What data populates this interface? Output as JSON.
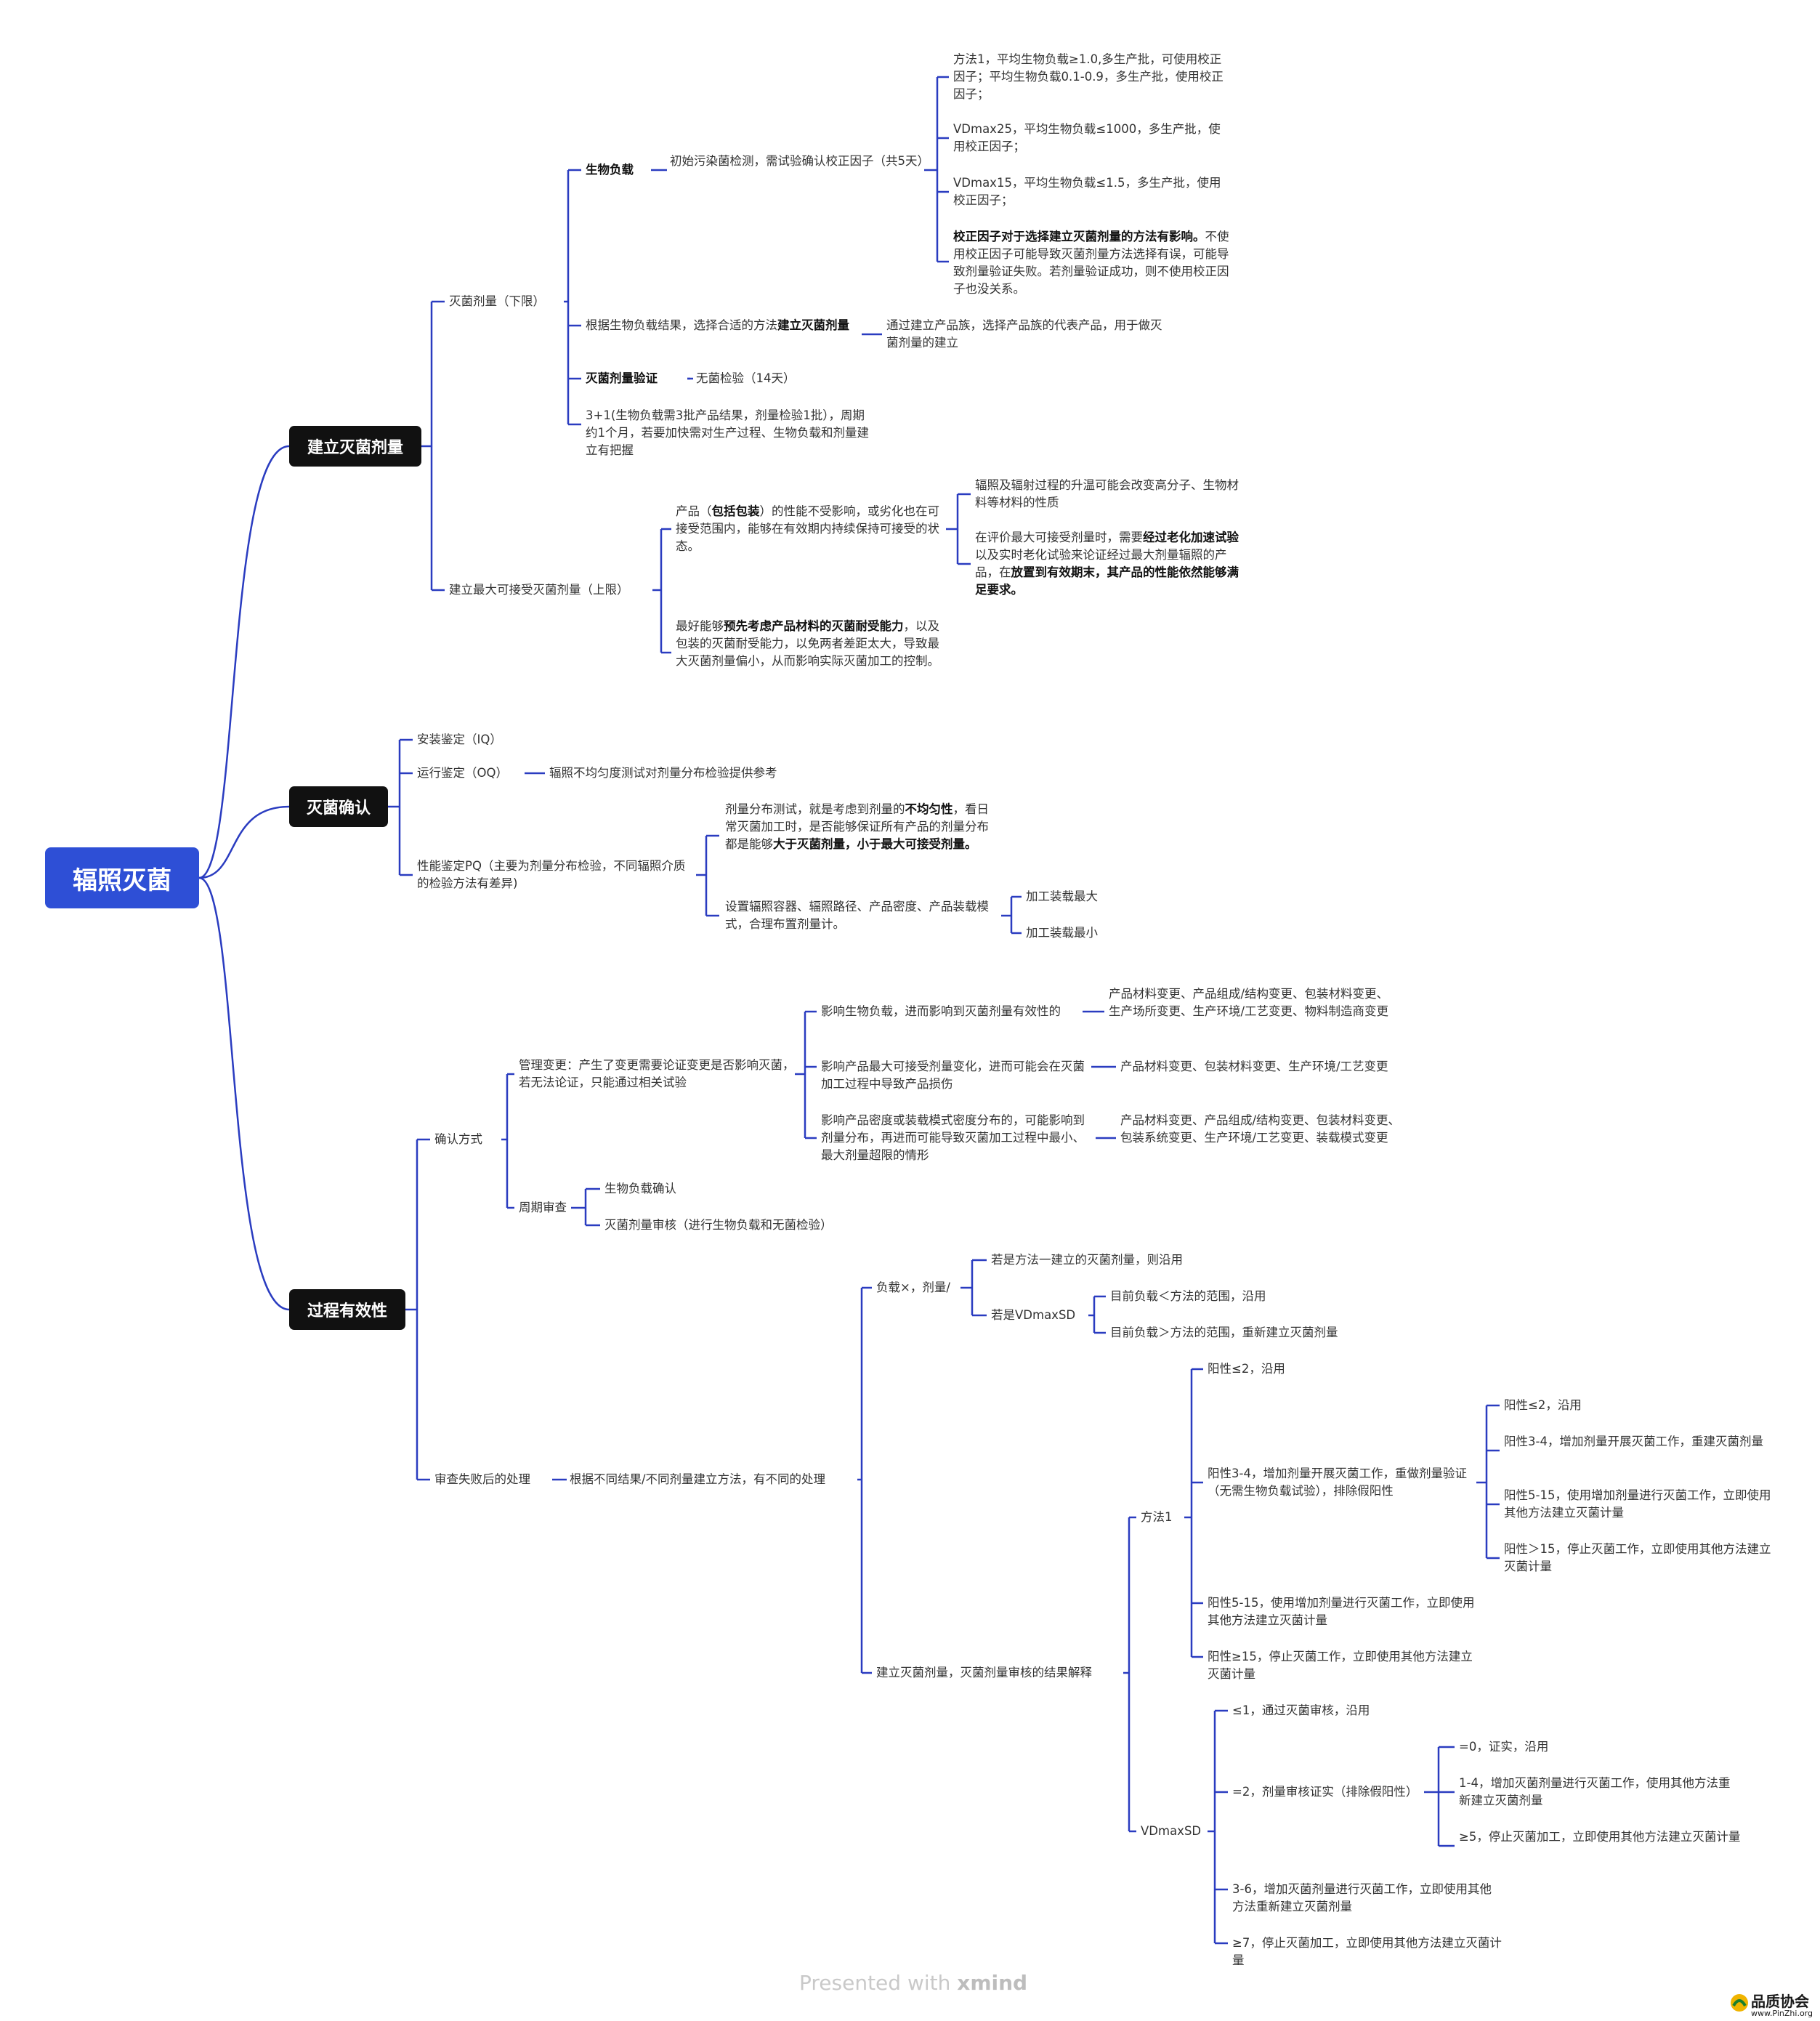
{
  "root": {
    "label": "辐照灭菌"
  },
  "branches": {
    "b1": {
      "label": "建立灭菌剂量",
      "dose_lower": {
        "label": "灭菌剂量（下限）",
        "bioburden": {
          "label": "生物负载",
          "detail": "初始污染菌检测，需试验确认校正因子（共5天）",
          "m1": "方法1，平均生物负载≥1.0,多生产批，可使用校正因子；平均生物负载0.1-0.9，多生产批，使用校正因子；",
          "m2": "VDmax25，平均生物负载≤1000，多生产批，使用校正因子；",
          "m3": "VDmax15，平均生物负载≤1.5，多生产批，使用校正因子；",
          "m4_bold": "校正因子对于选择建立灭菌剂量的方法有影响。",
          "m4_rest": "不使用校正因子可能导致灭菌剂量方法选择有误，可能导致剂量验证失败。若剂量验证成功，则不使用校正因子也没关系。"
        },
        "select_a": "根据生物负载结果，选择合适的方法",
        "select_b": "建立灭菌剂量",
        "family": "通过建立产品族，选择产品族的代表产品，用于做灭菌剂量的建立",
        "verify": "灭菌剂量验证",
        "sterility": "无菌检验（14天）",
        "batches": "3+1(生物负载需3批产品结果，剂量检验1批），周期约1个月，若要加快需对生产过程、生物负载和剂量建立有把握"
      },
      "dose_upper": {
        "label": "建立最大可接受灭菌剂量（上限）",
        "p1_a": "产品（",
        "p1_b": "包括包装",
        "p1_c": "）的性能不受影响，或劣化也在可接受范围内，能够在有效期内持续保持可接受的状态。",
        "s1": "辐照及辐射过程的升温可能会改变高分子、生物材料等材料的性质",
        "s2_a": "在评价最大可接受剂量时，需要",
        "s2_b": "经过老化加速试验",
        "s2_c": "以及实时老化试验来论证经过最大剂量辐照的产品，在",
        "s2_d": "放置到有效期末，其产品的性能依然能够满足要求。",
        "p2_a": "最好能够",
        "p2_b": "预先考虑产品材料的灭菌耐受能力",
        "p2_c": "，以及包装的灭菌耐受能力，以免两者差距太大，导致最大灭菌剂量偏小，从而影响实际灭菌加工的控制。"
      }
    },
    "b2": {
      "label": "灭菌确认",
      "iq": "安装鉴定（IQ）",
      "oq": "运行鉴定（OQ）",
      "oq_detail": "辐照不均匀度测试对剂量分布检验提供参考",
      "pq": "性能鉴定PQ（主要为剂量分布检验，不同辐照介质的检验方法有差异)",
      "pq_d1_a": "剂量分布测试，就是考虑到剂量的",
      "pq_d1_b": "不均匀性",
      "pq_d1_c": "，看日常灭菌加工时，是否能够保证所有产品的剂量分布都是能够",
      "pq_d1_d": "大于灭菌剂量，小于最大可接受剂量。",
      "pq_d2": "设置辐照容器、辐照路径、产品密度、产品装载模式，合理布置剂量计。",
      "load_max": "加工装载最大",
      "load_min": "加工装载最小"
    },
    "b3": {
      "label": "过程有效性",
      "confirm": "确认方式",
      "change": "管理变更：产生了变更需要论证变更是否影响灭菌，若无法论证，只能通过相关试验",
      "c1": "影响生物负载，进而影响到灭菌剂量有效性的",
      "c1d": "产品材料变更、产品组成/结构变更、包装材料变更、生产场所变更、生产环境/工艺变更、物料制造商变更",
      "c2": "影响产品最大可接受剂量变化，进而可能会在灭菌加工过程中导致产品损伤",
      "c2d": "产品材料变更、包装材料变更、生产环境/工艺变更",
      "c3": "影响产品密度或装载模式密度分布的，可能影响到剂量分布，再进而可能导致灭菌加工过程中最小、最大剂量超限的情形",
      "c3d": "产品材料变更、产品组成/结构变更、包装材料变更、包装系统变更、生产环境/工艺变更、装载模式变更",
      "periodic": "周期审查",
      "bio_confirm": "生物负载确认",
      "dose_audit": "灭菌剂量审核（进行生物负载和无菌检验）",
      "failure": "审查失败后的处理",
      "by_result": "根据不同结果/不同剂量建立方法，有不同的处理",
      "load": "负载×，剂量/",
      "if_m1": "若是方法一建立的灭菌剂量，则沿用",
      "if_vd": "若是VDmaxSD",
      "vd_in": "目前负载＜方法的范围，沿用",
      "vd_out": "目前负载＞方法的范围，重新建立灭菌剂量",
      "explain": "建立灭菌剂量，灭菌剂量审核的结果解释",
      "method1": "方法1",
      "m1_pos2": "阳性≤2，沿用",
      "m1_pos34": "阳性3-4，增加剂量开展灭菌工作，重做剂量验证（无需生物负载试验），排除假阳性",
      "r_le2": "阳性≤2，沿用",
      "r_34": "阳性3-4，增加剂量开展灭菌工作，重建灭菌剂量",
      "r_515": "阳性5-15，使用增加剂量进行灭菌工作，立即使用其他方法建立灭菌计量",
      "r_gt15": "阳性＞15，停止灭菌工作，立即使用其他方法建立灭菌计量",
      "m1_pos515": "阳性5-15，使用增加剂量进行灭菌工作，立即使用其他方法建立灭菌计量",
      "m1_pos15": "阳性≥15，停止灭菌工作，立即使用其他方法建立灭菌计量",
      "vdmax": "VDmaxSD",
      "v_le1": "≤1，通过灭菌审核，沿用",
      "v_eq2": "=2，剂量审核证实（排除假阳性）",
      "v_0": "=0，证实，沿用",
      "v_14": "1-4，增加灭菌剂量进行灭菌工作，使用其他方法重新建立灭菌剂量",
      "v_ge5": "≥5，停止灭菌加工，立即使用其他方法建立灭菌计量",
      "v_36": "3-6，增加灭菌剂量进行灭菌工作，立即使用其他方法重新建立灭菌剂量",
      "v_ge7": "≥7，停止灭菌加工，立即使用其他方法建立灭菌计量"
    }
  },
  "footer": {
    "presented": "Presented with",
    "brand": "xmind"
  },
  "watermark": {
    "name": "品质协会",
    "url": "www.PinZhi.org"
  },
  "colors": {
    "root_bg": "#2e4fd6",
    "branch_bg": "#111111",
    "link": "#2a3cc0"
  }
}
